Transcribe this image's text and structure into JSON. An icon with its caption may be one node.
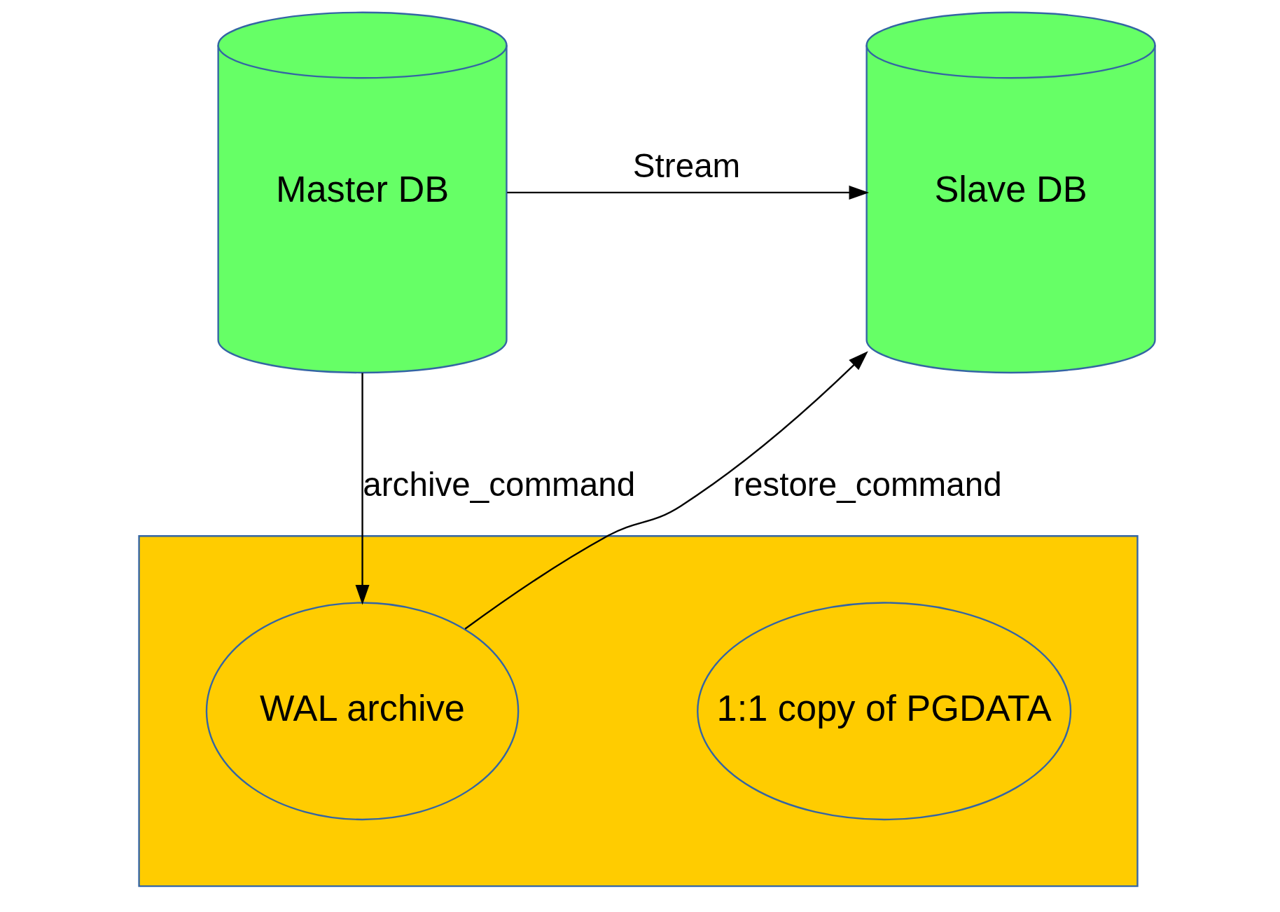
{
  "diagram": {
    "nodes": [
      {
        "text": [
          "Master DB"
        ]
      },
      {
        "text": [
          "Slave DB"
        ]
      },
      {
        "text": [],
        "shape": "box"
      },
      {
        "text": [
          "1:1 copy of PGDATA"
        ],
        "in": 2
      },
      {
        "text": [
          "WAL archive"
        ],
        "in": 2
      }
    ],
    "edges": [
      {
        "from": 0,
        "to": 1,
        "label": "Stream",
        "arrow": "to"
      },
      {
        "from": 0,
        "to": 4,
        "label": "archive_command",
        "arrow": "to"
      },
      {
        "from": 4,
        "to": 1,
        "label": "restore_command",
        "arrow": "to"
      }
    ]
  }
}
